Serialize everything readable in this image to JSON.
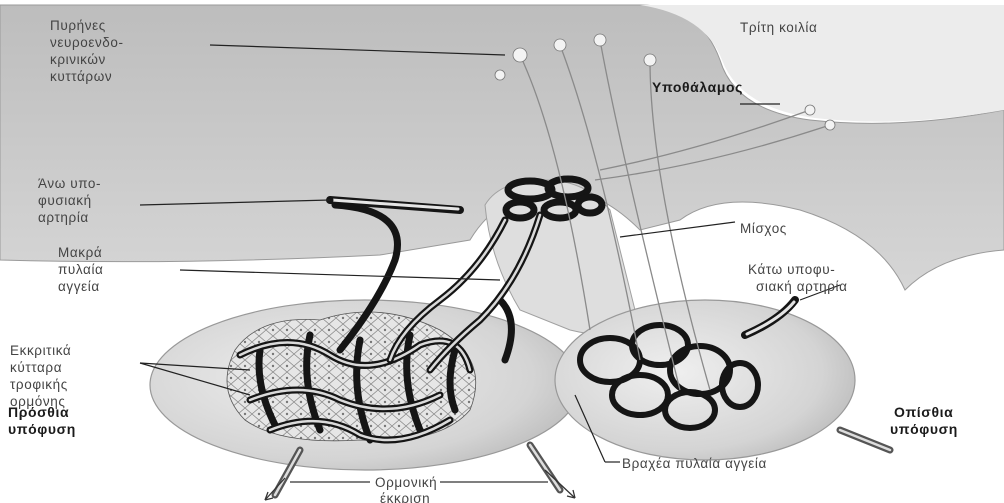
{
  "labels": {
    "nuclei": [
      "Πυρήνες",
      "νευροενδο-",
      "κρινικών",
      "κυττάρων"
    ],
    "third_ventricle": "Τρίτη κοιλία",
    "hypothalamus": "Υποθάλαμος",
    "superior_artery": [
      "Άνω υπο-",
      "φυσιακή",
      "αρτηρία"
    ],
    "stalk": "Μίσχος",
    "long_portal": [
      "Μακρά",
      "πυλαία",
      "αγγεία"
    ],
    "inferior_artery": [
      "Κάτω υποφυ-",
      "σιακή αρτηρία"
    ],
    "secretory_cells": [
      "Εκκριτικά",
      "κύτταρα",
      "τροφικής",
      "ορμόνης"
    ],
    "anterior": [
      "Πρόσθια",
      "υπόφυση"
    ],
    "posterior": [
      "Οπίσθια",
      "υπόφυση"
    ],
    "short_portal": "Βραχέα πυλαία αγγεία",
    "hormone_secretion": [
      "Ορμονική",
      "έκκριση"
    ]
  },
  "colors": {
    "brain_fill": "#c9c9c9",
    "gland_fill": "#d8d8d8",
    "vessel": "#151515",
    "text": "#444444",
    "text_bold": "#1a1a1a"
  }
}
